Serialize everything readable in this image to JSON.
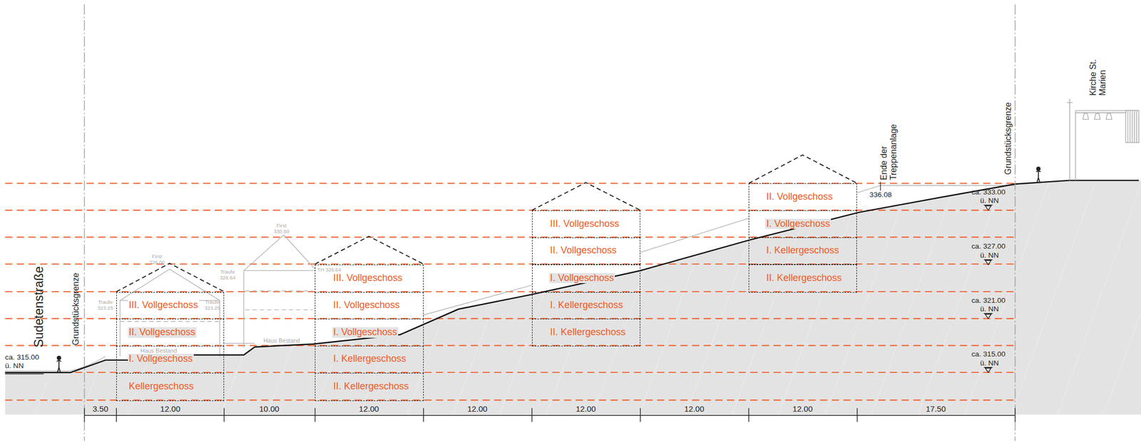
{
  "diagram": {
    "nodes": [
      {
        "text": [
          "III. Vollgeschoss"
        ]
      },
      {
        "text": [
          "II. Vollgeschoss"
        ]
      },
      {
        "text": [
          "I. Vollgeschoss"
        ]
      },
      {
        "text": [
          "Kellergeschoss"
        ]
      },
      {
        "text": [
          "III. Vollgeschoss"
        ]
      },
      {
        "text": [
          "II. Vollgeschoss"
        ]
      },
      {
        "text": [
          "I. Vollgeschoss"
        ]
      },
      {
        "text": [
          "I. Kellergeschoss"
        ]
      },
      {
        "text": [
          "II. Kellergeschoss"
        ]
      },
      {
        "text": [
          "III. Vollgeschoss"
        ]
      },
      {
        "text": [
          "II. Vollgeschoss"
        ]
      },
      {
        "text": [
          "I. Vollgeschoss"
        ]
      },
      {
        "text": [
          "I. Kellergeschoss"
        ]
      },
      {
        "text": [
          "II. Kellergeschoss"
        ]
      },
      {
        "text": [
          "II. Vollgeschoss"
        ]
      },
      {
        "text": [
          "I. Vollgeschoss"
        ]
      },
      {
        "text": [
          "I. Kellergeschoss"
        ]
      },
      {
        "text": [
          "II. Kellergeschoss"
        ]
      }
    ],
    "labels": [
      "Sudetenstraße",
      "Grundstücksgrenze",
      "ca. 315.00",
      "ü. NN",
      "First 326.00",
      "Traufe 323.25",
      "Traufe 323.25",
      "Haus Bestand",
      "First 330.50",
      "Traufe 326.64",
      "TH 326.64",
      "Haus Bestand",
      "Ende der Treppenanlage",
      "336.08",
      "Grundstücksgrenze",
      "Kirche St. Marien",
      "ca. 333.00",
      "ü. NN",
      "ca. 327.00",
      "ü. NN",
      "ca. 321.00",
      "ü. NN",
      "ca. 315.00",
      "ü. NN",
      "3.50",
      "12.00",
      "10.00",
      "12.00",
      "12.00",
      "12.00",
      "12.00",
      "12.00",
      "17.50"
    ]
  }
}
